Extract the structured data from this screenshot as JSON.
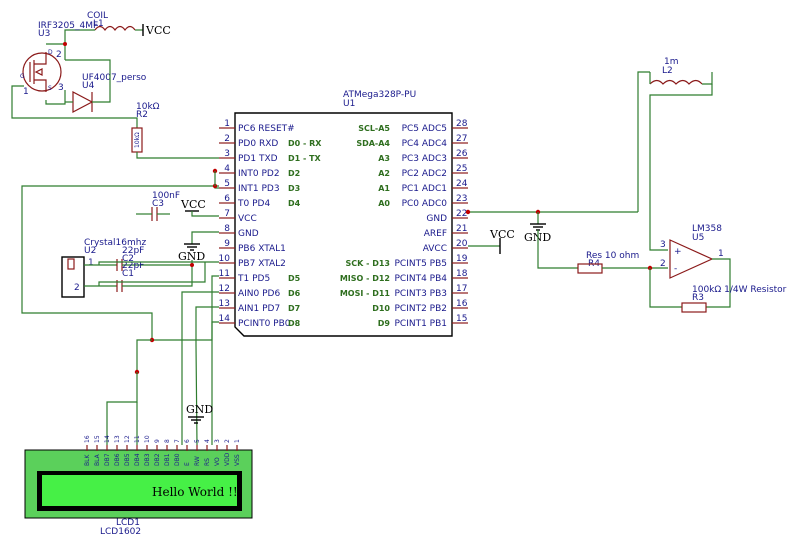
{
  "mcu": {
    "name": "ATMega328P-PU",
    "ref": "U1",
    "left_pins": [
      {
        "num": "1",
        "name": "PC6 RESET#",
        "alt": ""
      },
      {
        "num": "2",
        "name": "PD0 RXD",
        "alt": "D0 - RX"
      },
      {
        "num": "3",
        "name": "PD1 TXD",
        "alt": "D1 - TX"
      },
      {
        "num": "4",
        "name": "INT0 PD2",
        "alt": "D2"
      },
      {
        "num": "5",
        "name": "INT1 PD3",
        "alt": "D3"
      },
      {
        "num": "6",
        "name": "T0 PD4",
        "alt": "D4"
      },
      {
        "num": "7",
        "name": "VCC",
        "alt": ""
      },
      {
        "num": "8",
        "name": "GND",
        "alt": ""
      },
      {
        "num": "9",
        "name": "PB6 XTAL1",
        "alt": ""
      },
      {
        "num": "10",
        "name": "PB7 XTAL2",
        "alt": ""
      },
      {
        "num": "11",
        "name": "T1 PD5",
        "alt": "D5"
      },
      {
        "num": "12",
        "name": "AIN0 PD6",
        "alt": "D6"
      },
      {
        "num": "13",
        "name": "AIN1 PD7",
        "alt": "D7"
      },
      {
        "num": "14",
        "name": "PCINT0 PB0",
        "alt": "D8"
      }
    ],
    "right_pins": [
      {
        "num": "28",
        "name": "PC5 ADC5",
        "alt": "SCL-A5"
      },
      {
        "num": "27",
        "name": "PC4 ADC4",
        "alt": "SDA-A4"
      },
      {
        "num": "26",
        "name": "PC3 ADC3",
        "alt": "A3"
      },
      {
        "num": "25",
        "name": "PC2 ADC2",
        "alt": "A2"
      },
      {
        "num": "24",
        "name": "PC1 ADC1",
        "alt": "A1"
      },
      {
        "num": "23",
        "name": "PC0 ADC0",
        "alt": "A0"
      },
      {
        "num": "22",
        "name": "GND",
        "alt": ""
      },
      {
        "num": "21",
        "name": "AREF",
        "alt": ""
      },
      {
        "num": "20",
        "name": "AVCC",
        "alt": ""
      },
      {
        "num": "19",
        "name": "PCINT5 PB5",
        "alt": "SCK - D13"
      },
      {
        "num": "18",
        "name": "PCINT4 PB4",
        "alt": "MISO - D12"
      },
      {
        "num": "17",
        "name": "PCINT3 PB3",
        "alt": "MOSI - D11"
      },
      {
        "num": "16",
        "name": "PCINT2 PB2",
        "alt": "D10"
      },
      {
        "num": "15",
        "name": "PCINT1 PB1",
        "alt": "D9"
      }
    ]
  },
  "coil": {
    "label": "COIL",
    "ref": "L1"
  },
  "mosfet": {
    "name": "IRF3205_4MF",
    "ref": "U3",
    "pin_d": "D",
    "pin_s": "S",
    "pin_g": "G",
    "n1": "1",
    "n2": "2",
    "n3": "3"
  },
  "diode": {
    "name": "UF4007_perso",
    "ref": "U4"
  },
  "r2": {
    "value": "10kΩ",
    "ref": "R2",
    "body": "10kΩ"
  },
  "c3": {
    "value": "100nF",
    "ref": "C3"
  },
  "crystal": {
    "name": "Crystal16mhz",
    "ref": "U2",
    "p1": "1",
    "p2": "2"
  },
  "c2": {
    "value": "22pF",
    "ref": "C2"
  },
  "c1": {
    "value": "22pF",
    "ref": "C1"
  },
  "l2": {
    "value": "1m",
    "ref": "L2"
  },
  "r4": {
    "value": "Res 10 ohm",
    "ref": "R4"
  },
  "opamp": {
    "name": "LM358",
    "ref": "U5",
    "p1": "1",
    "p2": "2",
    "p3": "3",
    "plus": "+",
    "minus": "-"
  },
  "r3": {
    "value": "100kΩ 1/4W Resistor",
    "ref": "R3"
  },
  "power": {
    "vcc": "VCC",
    "gnd": "GND"
  },
  "lcd": {
    "ref": "LCD1",
    "name": "LCD1602",
    "text": "Hello World !!!",
    "pins": [
      {
        "num": "16",
        "name": "BLK"
      },
      {
        "num": "15",
        "name": "BLA"
      },
      {
        "num": "14",
        "name": "DB7"
      },
      {
        "num": "13",
        "name": "DB6"
      },
      {
        "num": "12",
        "name": "DB5"
      },
      {
        "num": "11",
        "name": "DB4"
      },
      {
        "num": "10",
        "name": "DB3"
      },
      {
        "num": "9",
        "name": "DB2"
      },
      {
        "num": "8",
        "name": "DB1"
      },
      {
        "num": "7",
        "name": "DB0"
      },
      {
        "num": "6",
        "name": "E"
      },
      {
        "num": "5",
        "name": "RW"
      },
      {
        "num": "4",
        "name": "RS"
      },
      {
        "num": "3",
        "name": "VO"
      },
      {
        "num": "2",
        "name": "VDD"
      },
      {
        "num": "1",
        "name": "VSS"
      }
    ]
  }
}
